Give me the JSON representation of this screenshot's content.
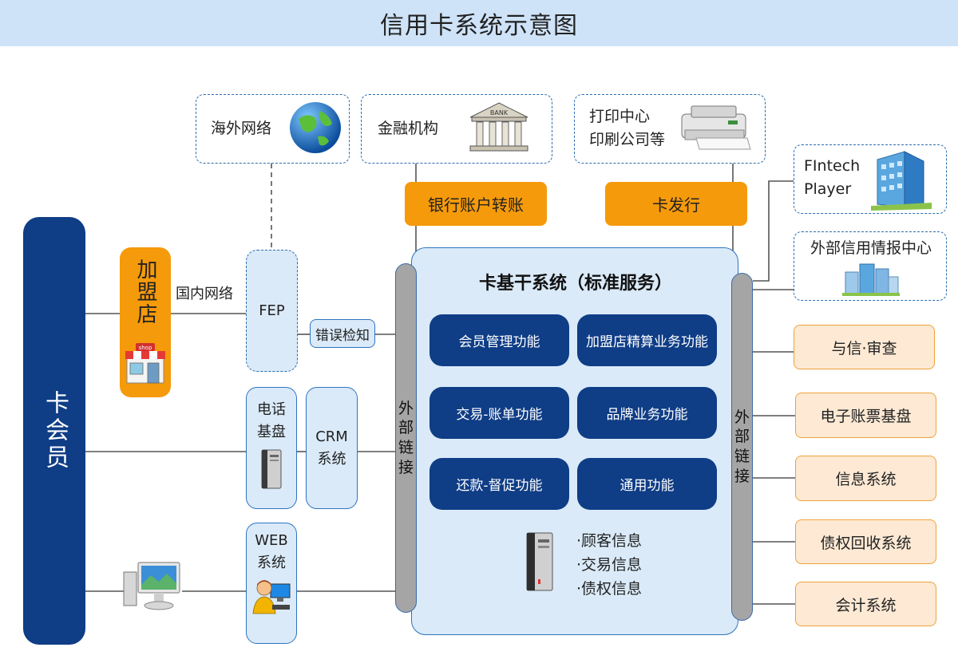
{
  "title": "信用卡系统示意图",
  "colors": {
    "navy": "#0f3d86",
    "orange": "#f59a0b",
    "light_blue": "#daeaf8",
    "peach": "#fde9d4",
    "title_bg": "#cfe3f8"
  },
  "card_member": "卡会员",
  "merchant": "加盟店",
  "merchant_sign": "shop",
  "domestic_network": "国内网络",
  "fep": "FEP",
  "error_detect": "错误检知",
  "phone_base": [
    "电话",
    "基盘"
  ],
  "crm": [
    "CRM",
    "系统"
  ],
  "web": [
    "WEB",
    "系统"
  ],
  "top_boxes": {
    "overseas": "海外网络",
    "finance": "金融机构",
    "bank_sign": "BANK",
    "print": [
      "打印中心",
      "印刷公司等"
    ]
  },
  "orange_boxes": {
    "bank_transfer": "银行账户转账",
    "card_issue": "卡发行"
  },
  "core_title": "卡基干系统（标准服务）",
  "functions": [
    "会员管理功能",
    "加盟店精算业务功能",
    "交易-账单功能",
    "品牌业务功能",
    "还款-督促功能",
    "通用功能"
  ],
  "info_list": [
    "·顾客信息",
    "·交易信息",
    "·债权信息"
  ],
  "ext_link": [
    "外",
    "部",
    "链",
    "接"
  ],
  "right_top": {
    "fintech": [
      "FIntech",
      "Player"
    ],
    "credit_bureau": "外部信用情报中心"
  },
  "right_systems": [
    "与信·审查",
    "电子账票基盘",
    "信息系统",
    "债权回收系统",
    "会计系统"
  ],
  "icons": [
    "globe-icon",
    "bank-icon",
    "printer-icon",
    "building-icon",
    "city-buildings-icon",
    "shop-icon",
    "server-tower-icon",
    "user-computer-icon",
    "monitor-icon"
  ]
}
